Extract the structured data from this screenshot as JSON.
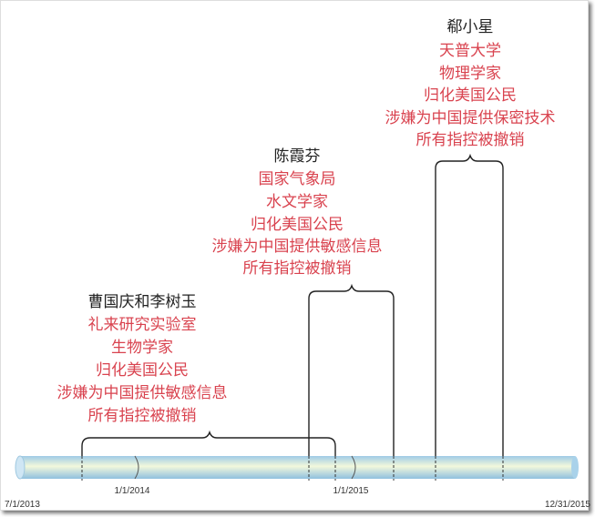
{
  "groups": [
    {
      "name": "曹国庆和李树玉",
      "lines": [
        "礼来研究实验室",
        "生物学家",
        "归化美国公民",
        "涉嫌为中国提供敏感信息",
        "所有指控被撤销"
      ]
    },
    {
      "name": "陈霞芬",
      "lines": [
        "国家气象局",
        "水文学家",
        "归化美国公民",
        "涉嫌为中国提供敏感信息",
        "所有指控被撤销"
      ]
    },
    {
      "name": "郗小星",
      "lines": [
        "天普大学",
        "物理学家",
        "归化美国公民",
        "涉嫌为中国提供保密技术",
        "所有指控被撤销"
      ]
    }
  ],
  "timeline": {
    "start": "7/1/2013",
    "end": "12/31/2015",
    "ticks": [
      "1/1/2014",
      "1/1/2015"
    ]
  },
  "colors": {
    "accent_text": "#d9434f",
    "tube": "#bfe0f0"
  }
}
